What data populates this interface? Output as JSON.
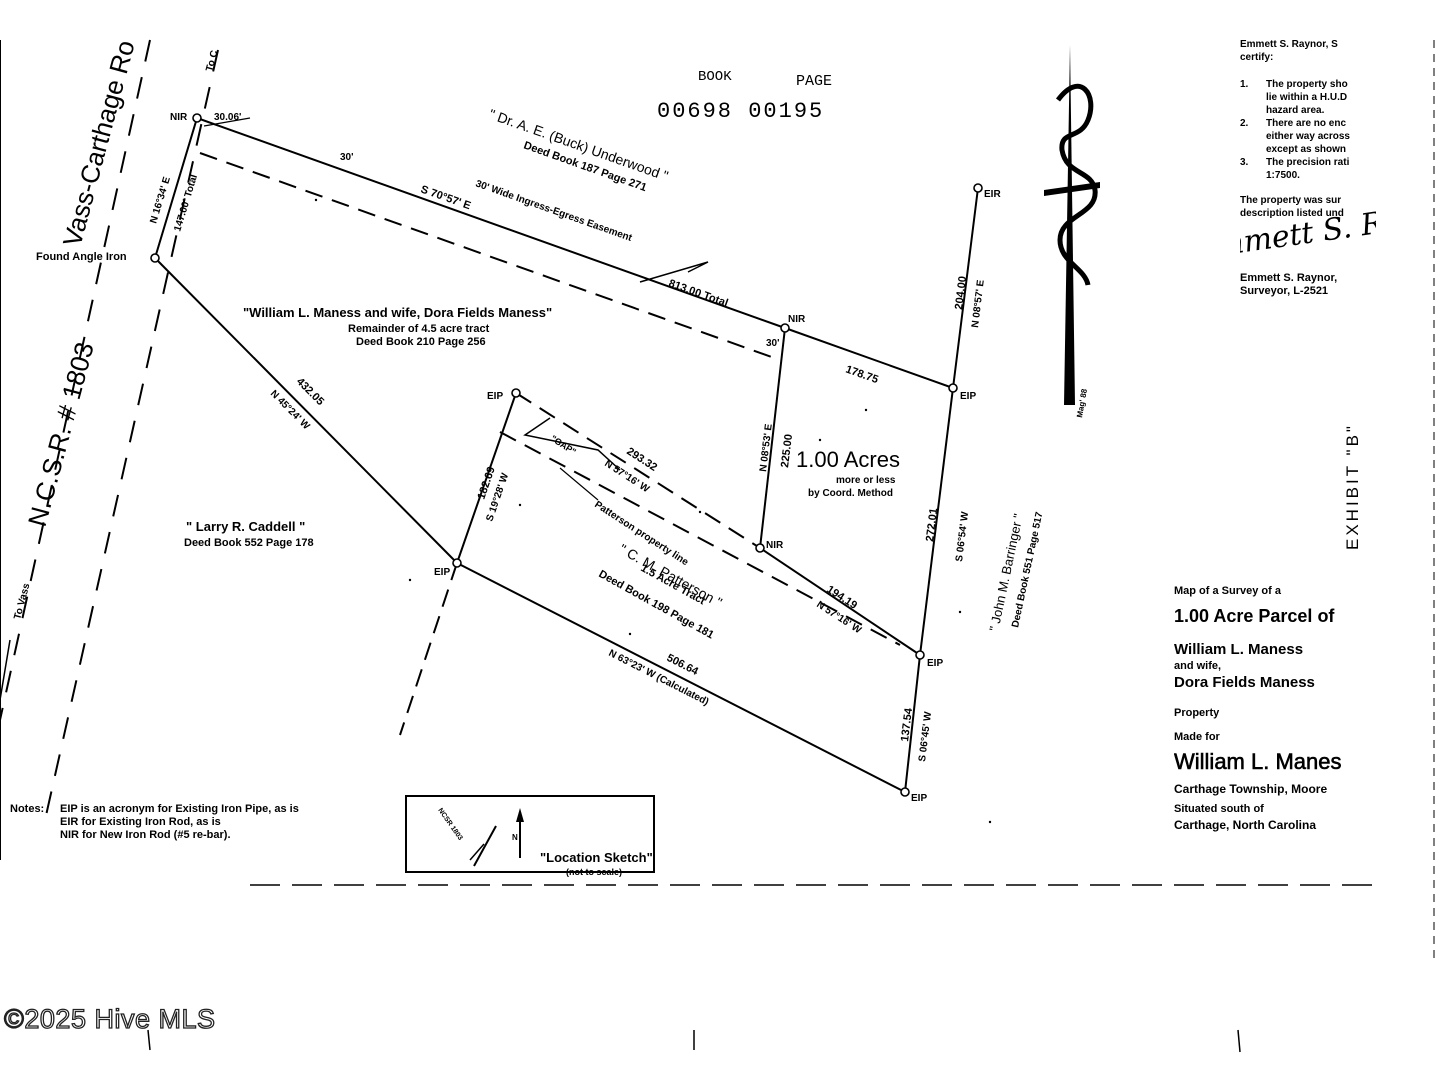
{
  "plat": {
    "book_label": "BOOK",
    "page_label": "PAGE",
    "book_page_number": "00698 00195",
    "road_name": "Vass-Carthage Ro",
    "road_number": "N.C.S.R. # 1803",
    "to_vass": "To Vass",
    "to_c": "To C",
    "corner_nir": "NIR",
    "corner_eip": "EIP",
    "corner_eir": "EIR",
    "found_angle_iron": "Found Angle Iron",
    "dist_30_06": "30.06'",
    "dist_30a": "30'",
    "dist_30b": "30'",
    "bearing_n16": "N 16°34' E",
    "total_147": "147.00' Total",
    "bearing_s70": "S 70°57' E",
    "easement": "30' Wide Ingress-Egress Easement",
    "total_813": "813.00 Total",
    "dist_178": "178.75",
    "dist_204": "204.00",
    "bearing_n08_57": "N 08°57' E",
    "dist_225": "225.00",
    "bearing_n08_53": "N 08°53' E",
    "dist_432": "432.05",
    "bearing_n45": "N 45°24' W",
    "dist_182": "182.69",
    "bearing_s19": "S 19°28' W",
    "dist_293": "293.32",
    "bearing_n57a": "N 57°16' W",
    "gap": "\"GAP\"",
    "patterson_line": "Patterson property line",
    "dist_194": "194.19",
    "bearing_n57b": "N 57°16' W",
    "dist_272": "272.01",
    "bearing_s06_54": "S 06°54' W",
    "dist_506": "506.64",
    "bearing_n63": "N 63°23' W (Calculated)",
    "dist_137": "137.54",
    "bearing_s06_45": "S 06°45' W",
    "owner_underwood": "\" Dr. A. E. (Buck) Underwood \"",
    "underwood_deed": "Deed Book 187 Page 271",
    "owner_maness": "\"William L. Maness and wife, Dora Fields Maness\"",
    "maness_remainder": "Remainder of 4.5 acre tract",
    "maness_deed": "Deed Book 210 Page 256",
    "acres": "1.00 Acres",
    "acres_more_less": "more or less",
    "acres_method": "by Coord. Method",
    "owner_caddell": "\" Larry R. Caddell \"",
    "caddell_deed": "Deed Book 552 Page 178",
    "owner_patterson": "\" C. M. Patterson \"",
    "patterson_tract": "1.5 Acre Tract",
    "patterson_deed": "Deed Book 198 Page 181",
    "owner_barringer": "\" John M. Barringer \"",
    "barringer_deed": "Deed Book 551 Page 517",
    "exhibit": "EXHIBIT \"B\"",
    "notes_label": "Notes:",
    "notes_1": "EIP is an acronym for Existing Iron Pipe, as is",
    "notes_2": "EIR for Existing Iron Rod, as is",
    "notes_3": "NIR for New Iron Rod (#5 re-bar).",
    "location_sketch": "\"Location Sketch\"",
    "location_not_to_scale": "(not to scale)",
    "sketch_road": "NCSR 1803",
    "north_label": "N",
    "mag_label": "Mag' 88"
  },
  "certification": {
    "line1": "Emmett S. Raynor, S",
    "line2": "certify:",
    "items": [
      {
        "num": "1.",
        "lines": [
          "The property sho",
          "lie within a H.U.D",
          "hazard area."
        ]
      },
      {
        "num": "2.",
        "lines": [
          "There are no enc",
          "either way across",
          "except as shown"
        ]
      },
      {
        "num": "3.",
        "lines": [
          "The precision rati",
          "1:7500."
        ]
      }
    ],
    "para1": "The property was sur",
    "para2": "description listed und",
    "signature": "Emmett S. Rayner",
    "signer": "Emmett S. Raynor,",
    "license": "Surveyor, L-2521"
  },
  "title_block": {
    "line1": "Map of a Survey of a",
    "line2": "1.00 Acre Parcel of",
    "line3": "William L. Maness",
    "line4": "and wife,",
    "line5": "Dora Fields Maness",
    "line6": "Property",
    "line7": "Made for",
    "line8": "William L. Manes",
    "line9": "Carthage Township, Moore",
    "line10": "Situated south of",
    "line11": "Carthage, North Carolina"
  },
  "watermark": "©2025 Hive MLS"
}
